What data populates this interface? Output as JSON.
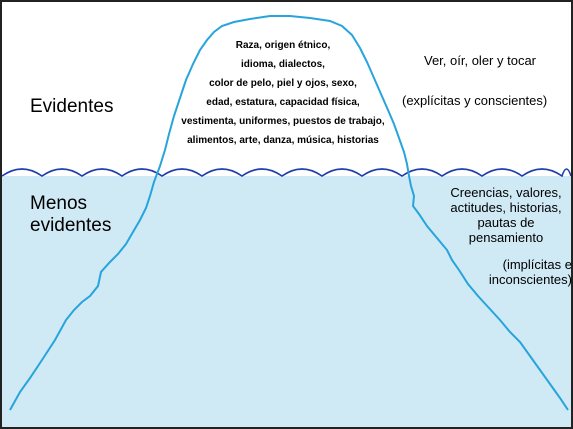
{
  "colors": {
    "water": "#cfe9f5",
    "outline": "#27a4dc",
    "wave": "#1c3fae",
    "border": "#222222",
    "background": "#ffffff"
  },
  "above": {
    "label": "Evidentes",
    "senses": "Ver, oír, oler y tocar",
    "explicit": "(explícitas y conscientes)",
    "tip_lines": [
      "Raza, origen étnico,",
      "idioma, dialectos,",
      "color de pelo, piel y ojos, sexo,",
      "edad, estatura, capacidad física,",
      "vestimenta, uniformes, puestos de trabajo,",
      "alimentos, arte, danza, música, historias"
    ]
  },
  "below": {
    "label_line1": "Menos",
    "label_line2": "evidentes",
    "beliefs_lines": [
      "Creencias, valores,",
      "actitudes, historias,",
      "pautas de",
      "pensamiento"
    ],
    "implicit_line1": "(implícitas e",
    "implicit_line2": "inconscientes)"
  }
}
